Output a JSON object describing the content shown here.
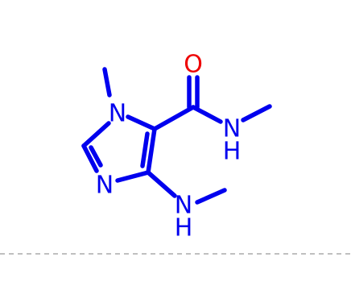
{
  "molecule": {
    "colors": {
      "nitrogen": "#0000ee",
      "oxygen": "#ee0000",
      "bond": "#0000ee"
    },
    "atoms": {
      "o_carbonyl": "O",
      "n_ring_1": "N",
      "n_amide": "N",
      "h_amide": "H",
      "n_ring_3": "N",
      "n_amine": "N",
      "h_amine": "H"
    }
  }
}
